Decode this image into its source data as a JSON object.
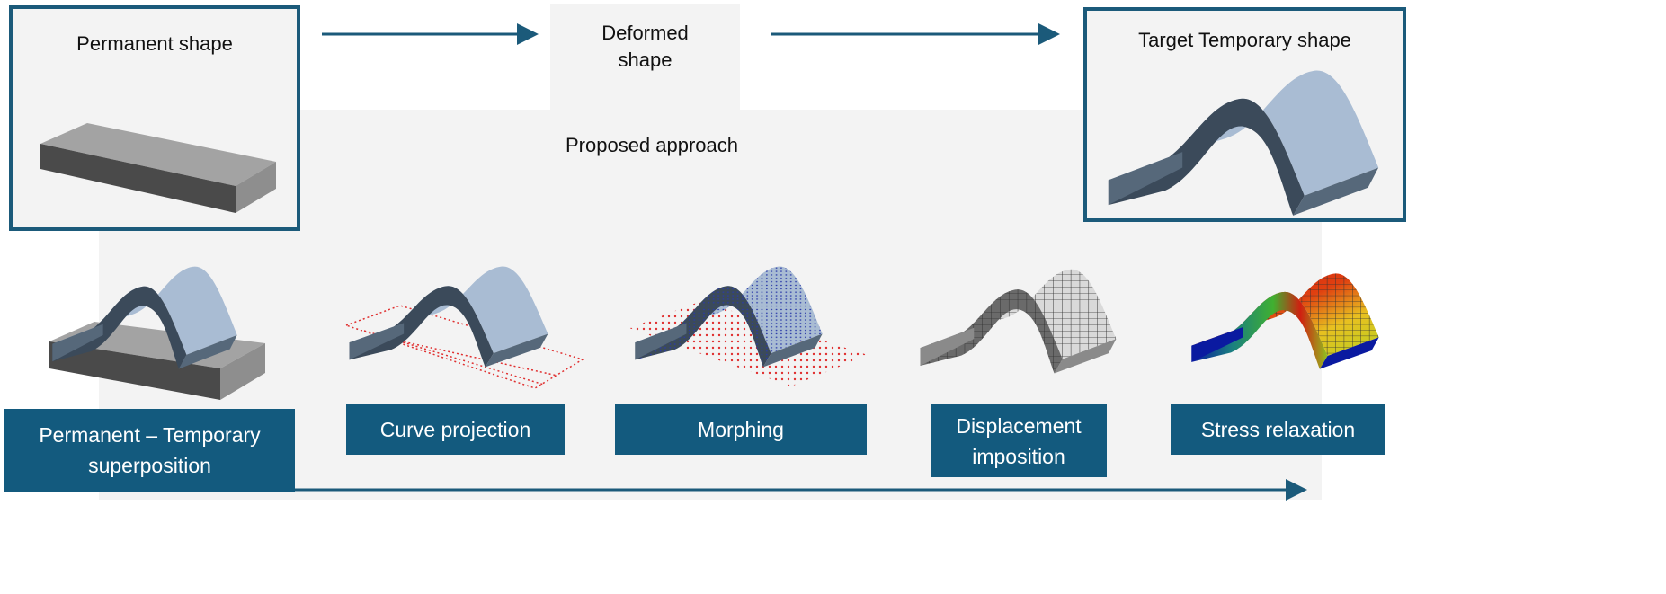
{
  "permanent_shape": {
    "title": "Permanent shape"
  },
  "deformed_shape": {
    "title": "Deformed shape"
  },
  "target_shape": {
    "title": "Target Temporary shape"
  },
  "approach": {
    "title": "Proposed approach"
  },
  "steps": [
    {
      "label": "Permanent – Temporary superposition"
    },
    {
      "label": "Curve projection"
    },
    {
      "label": "Morphing"
    },
    {
      "label": "Displacement imposition"
    },
    {
      "label": "Stress relaxation"
    }
  ],
  "colors": {
    "accent": "#135a7e",
    "panel": "#f3f3f3"
  }
}
